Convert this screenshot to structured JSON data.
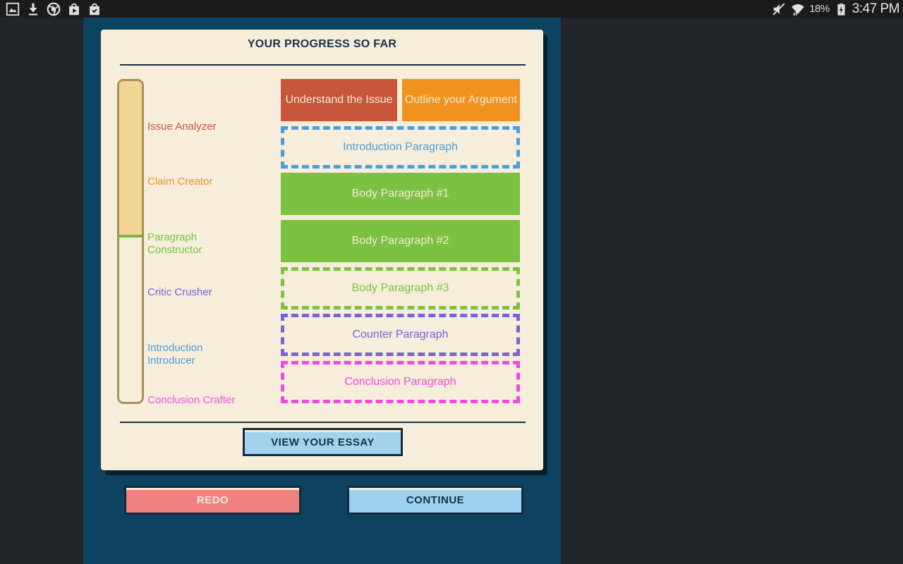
{
  "status_bar": {
    "time": "3:47 PM",
    "battery_percent": "18%",
    "left_icons": [
      "gallery-icon",
      "download-icon",
      "chrome-icon",
      "play-store-icon",
      "purchases-check-icon"
    ],
    "right_icons": [
      "mute-icon",
      "wifi-icon",
      "battery-charging-icon"
    ]
  },
  "card": {
    "title": "YOUR PROGRESS SO FAR",
    "stages": [
      {
        "label": "Issue Analyzer",
        "color": "#cd5240"
      },
      {
        "label": "Claim Creator",
        "color": "#f1921e"
      },
      {
        "label": "Paragraph Constructor",
        "color": "#7cc142"
      },
      {
        "label": "Critic Crusher",
        "color": "#7a63d6"
      },
      {
        "label": "Introduction Introducer",
        "color": "#4a9edb"
      },
      {
        "label": "Conclusion Crafter",
        "color": "#ee51e8"
      }
    ],
    "progress_bar": {
      "fill_percent": 49,
      "fill_color": "#f4d494",
      "track_border_color": "#a8905a",
      "marker_color": "#6cbf3c"
    },
    "plan_boxes": [
      {
        "label": "Understand the Issue",
        "state": "complete",
        "color": "#c8563b"
      },
      {
        "label": "Outline your Argument",
        "state": "complete",
        "color": "#f1921e"
      },
      {
        "label": "Introduction Paragraph",
        "state": "pending",
        "color": "#4d9ed8"
      },
      {
        "label": "Body Paragraph #1",
        "state": "complete",
        "color": "#7cc142"
      },
      {
        "label": "Body Paragraph #2",
        "state": "complete",
        "color": "#7cc142"
      },
      {
        "label": "Body Paragraph #3",
        "state": "pending",
        "color": "#7cc142"
      },
      {
        "label": "Counter Paragraph",
        "state": "pending",
        "color": "#7a63d6"
      },
      {
        "label": "Conclusion Paragraph",
        "state": "pending",
        "color": "#f04ae2"
      }
    ],
    "view_essay_button": "VIEW YOUR ESSAY"
  },
  "footer": {
    "redo_button": "REDO",
    "continue_button": "CONTINUE"
  },
  "colors": {
    "page_background": "#212528",
    "panel_background": "#0d4260",
    "card_background": "#f6eeda",
    "heading_text": "#1a3044"
  }
}
